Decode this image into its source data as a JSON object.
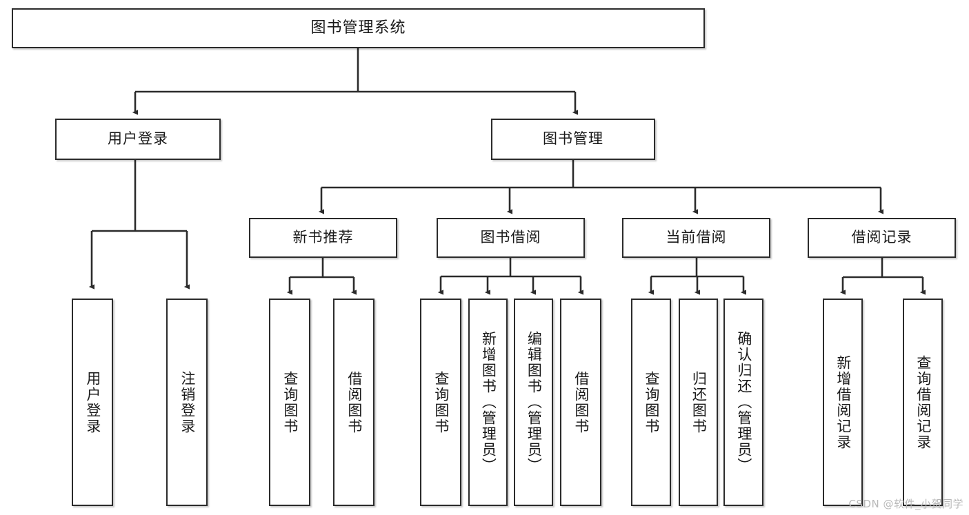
{
  "diagram": {
    "title": "图书管理系统",
    "type": "hierarchy-tree",
    "root": {
      "label": "图书管理系统"
    },
    "level2": [
      {
        "label": "用户登录"
      },
      {
        "label": "图书管理"
      }
    ],
    "level3": [
      {
        "label": "新书推荐"
      },
      {
        "label": "图书借阅"
      },
      {
        "label": "当前借阅"
      },
      {
        "label": "借阅记录"
      }
    ],
    "leaves": {
      "user_login": [
        {
          "label": "用户登录"
        },
        {
          "label": "注销登录"
        }
      ],
      "new_book_recommend": [
        {
          "label": "查询图书"
        },
        {
          "label": "借阅图书"
        }
      ],
      "book_borrow": [
        {
          "label": "查询图书"
        },
        {
          "label": "新增图书（管理员）"
        },
        {
          "label": "编辑图书（管理员）"
        },
        {
          "label": "借阅图书"
        }
      ],
      "current_borrow": [
        {
          "label": "查询图书"
        },
        {
          "label": "归还图书"
        },
        {
          "label": "确认归还（管理员）"
        }
      ],
      "borrow_record": [
        {
          "label": "新增借阅记录"
        },
        {
          "label": "查询借阅记录"
        }
      ]
    }
  },
  "watermark": {
    "text": "CSDN @软件_小贺同学"
  },
  "colors": {
    "background": "#ffffff",
    "box_border": "#2b2b2b",
    "box_fill": "#ffffff",
    "text": "#1a1a1a",
    "connector": "#2b2b2b",
    "watermark": "#b9b9b9"
  }
}
